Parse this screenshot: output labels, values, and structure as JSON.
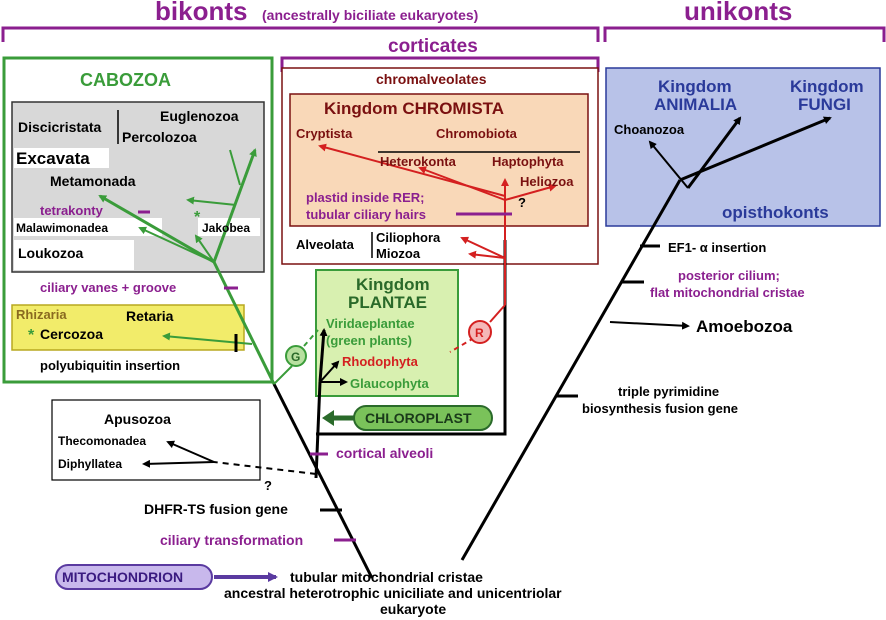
{
  "header": {
    "bikonts": "bikonts",
    "bikonts_note": "(ancestrally biciliate eukaryotes)",
    "unikonts": "unikonts",
    "corticates": "corticates"
  },
  "cabozoa": {
    "title": "CABOZOA",
    "discicristata": "Discicristata",
    "euglenozoa": "Euglenozoa",
    "percolozoa": "Percolozoa",
    "excavata": "Excavata",
    "metamonada": "Metamonada",
    "tetrakonty": "tetrakonty",
    "malawimonadea": "Malawimonadea",
    "jakobea": "Jakobea",
    "loukozoa": "Loukozoa",
    "ciliary_vanes": "ciliary vanes + groove",
    "rhizaria": "Rhizaria",
    "retaria": "Retaria",
    "cercozoa": "Cercozoa",
    "star": "*",
    "polyubiquitin": "polyubiquitin insertion"
  },
  "chromalveolates": {
    "title": "chromalveolates",
    "chromista": "Kingdom CHROMISTA",
    "cryptista": "Cryptista",
    "chromobiota": "Chromobiota",
    "heterokonta": "Heterokonta",
    "haptophyta": "Haptophyta",
    "heliozoa": "Heliozoa",
    "plastid_rer": "plastid inside RER;",
    "tubular_hairs": "tubular ciliary hairs",
    "qmark": "?",
    "alveolata": "Alveolata",
    "ciliophora": "Ciliophora",
    "miozoa": "Miozoa"
  },
  "plantae": {
    "kingdom": "Kingdom",
    "title": "PLANTAE",
    "viridae": "Viridaeplantae",
    "green_plants": "(green plants)",
    "rhodophyta": "Rhodophyta",
    "glaucophyta": "Glaucophyta",
    "g_badge": "G",
    "r_badge": "R",
    "chloroplast": "CHLOROPLAST"
  },
  "unikonts_box": {
    "kingdom1": "Kingdom",
    "animalia": "ANIMALIA",
    "kingdom2": "Kingdom",
    "fungi": "FUNGI",
    "choanozoa": "Choanozoa",
    "opisthokonts": "opisthokonts",
    "ef1": "EF1- α insertion",
    "posterior": "posterior cilium;",
    "flat": "flat mitochondrial cristae",
    "amoebozoa": "Amoebozoa",
    "triple": "triple pyrimidine",
    "biosynth": "biosynthesis  fusion gene"
  },
  "apusozoa": {
    "title": "Apusozoa",
    "thecomonadea": "Thecomonadea",
    "diphyllatea": "Diphyllatea",
    "qmark": "?"
  },
  "root": {
    "cortical": "cortical alveoli",
    "dhfr": "DHFR-TS fusion gene",
    "ciliary_trans": "ciliary transformation",
    "mitochondrion": "MITOCHONDRION",
    "tubular": "tubular mitochondrial cristae",
    "ancestral": "ancestral heterotrophic uniciliate and unicentriolar",
    "eukaryote": "eukaryote"
  },
  "colors": {
    "purple": "#8b1f8f",
    "green": "#3a9c3a",
    "darkred": "#7a1010",
    "red": "#d42020",
    "navy": "#2a3a9a",
    "grey_box": "#d8d8d8",
    "peach_box": "#f9d8b8",
    "yellow_box": "#f2ec6a",
    "plantae_box": "#d8f0b0",
    "blue_box": "#b8c2e8"
  }
}
